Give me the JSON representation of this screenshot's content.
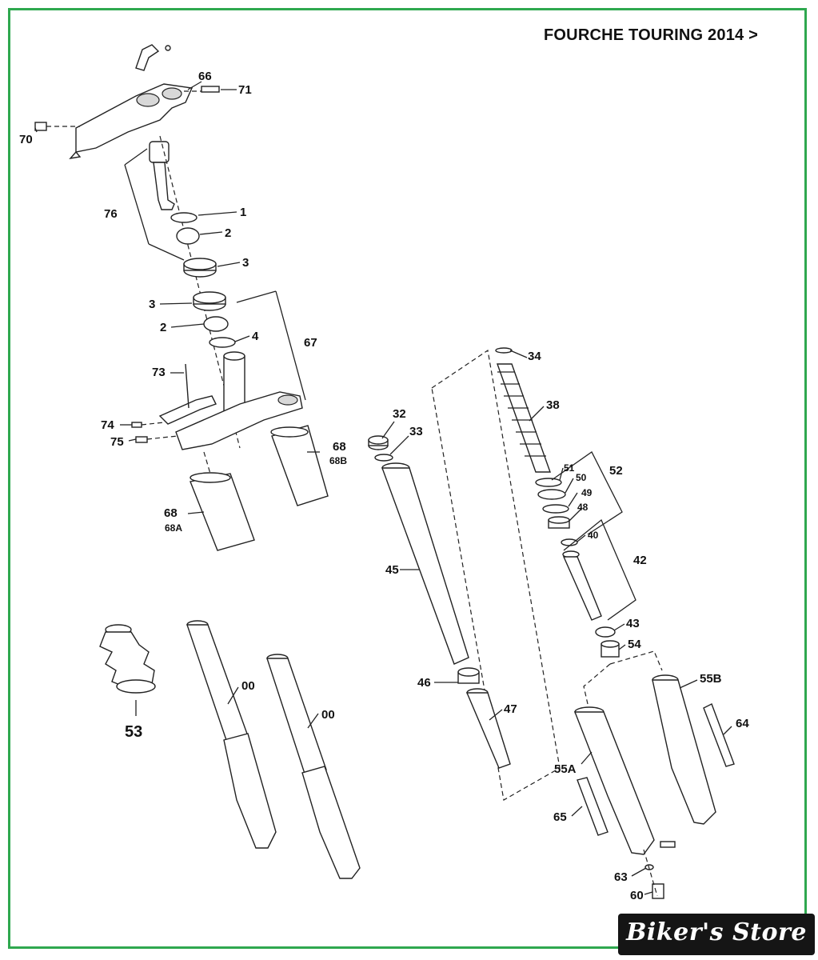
{
  "title": "FOURCHE TOURING 2014 >",
  "watermark": "Biker's Store",
  "colors": {
    "frame": "#2fa84f",
    "ink": "#111111",
    "badge": "#151515"
  },
  "callouts": {
    "c70": "70",
    "c66": "66",
    "c71": "71",
    "c76": "76",
    "c1": "1",
    "c2a": "2",
    "c3a": "3",
    "c3b": "3",
    "c2b": "2",
    "c4": "4",
    "c67": "67",
    "c73": "73",
    "c74": "74",
    "c75": "75",
    "c68a": "68",
    "c68a_sub": "68A",
    "c68b": "68",
    "c68b_sub": "68B",
    "c32": "32",
    "c33": "33",
    "c45": "45",
    "c46": "46",
    "c47": "47",
    "c34": "34",
    "c38": "38",
    "c51": "51",
    "c50": "50",
    "c49": "49",
    "c48": "48",
    "c52": "52",
    "c40": "40",
    "c42": "42",
    "c43": "43",
    "c54": "54",
    "c53": "53",
    "c00a": "00",
    "c00b": "00",
    "c55b": "55B",
    "c64": "64",
    "c55a": "55A",
    "c65": "65",
    "c63": "63",
    "c60": "60"
  }
}
